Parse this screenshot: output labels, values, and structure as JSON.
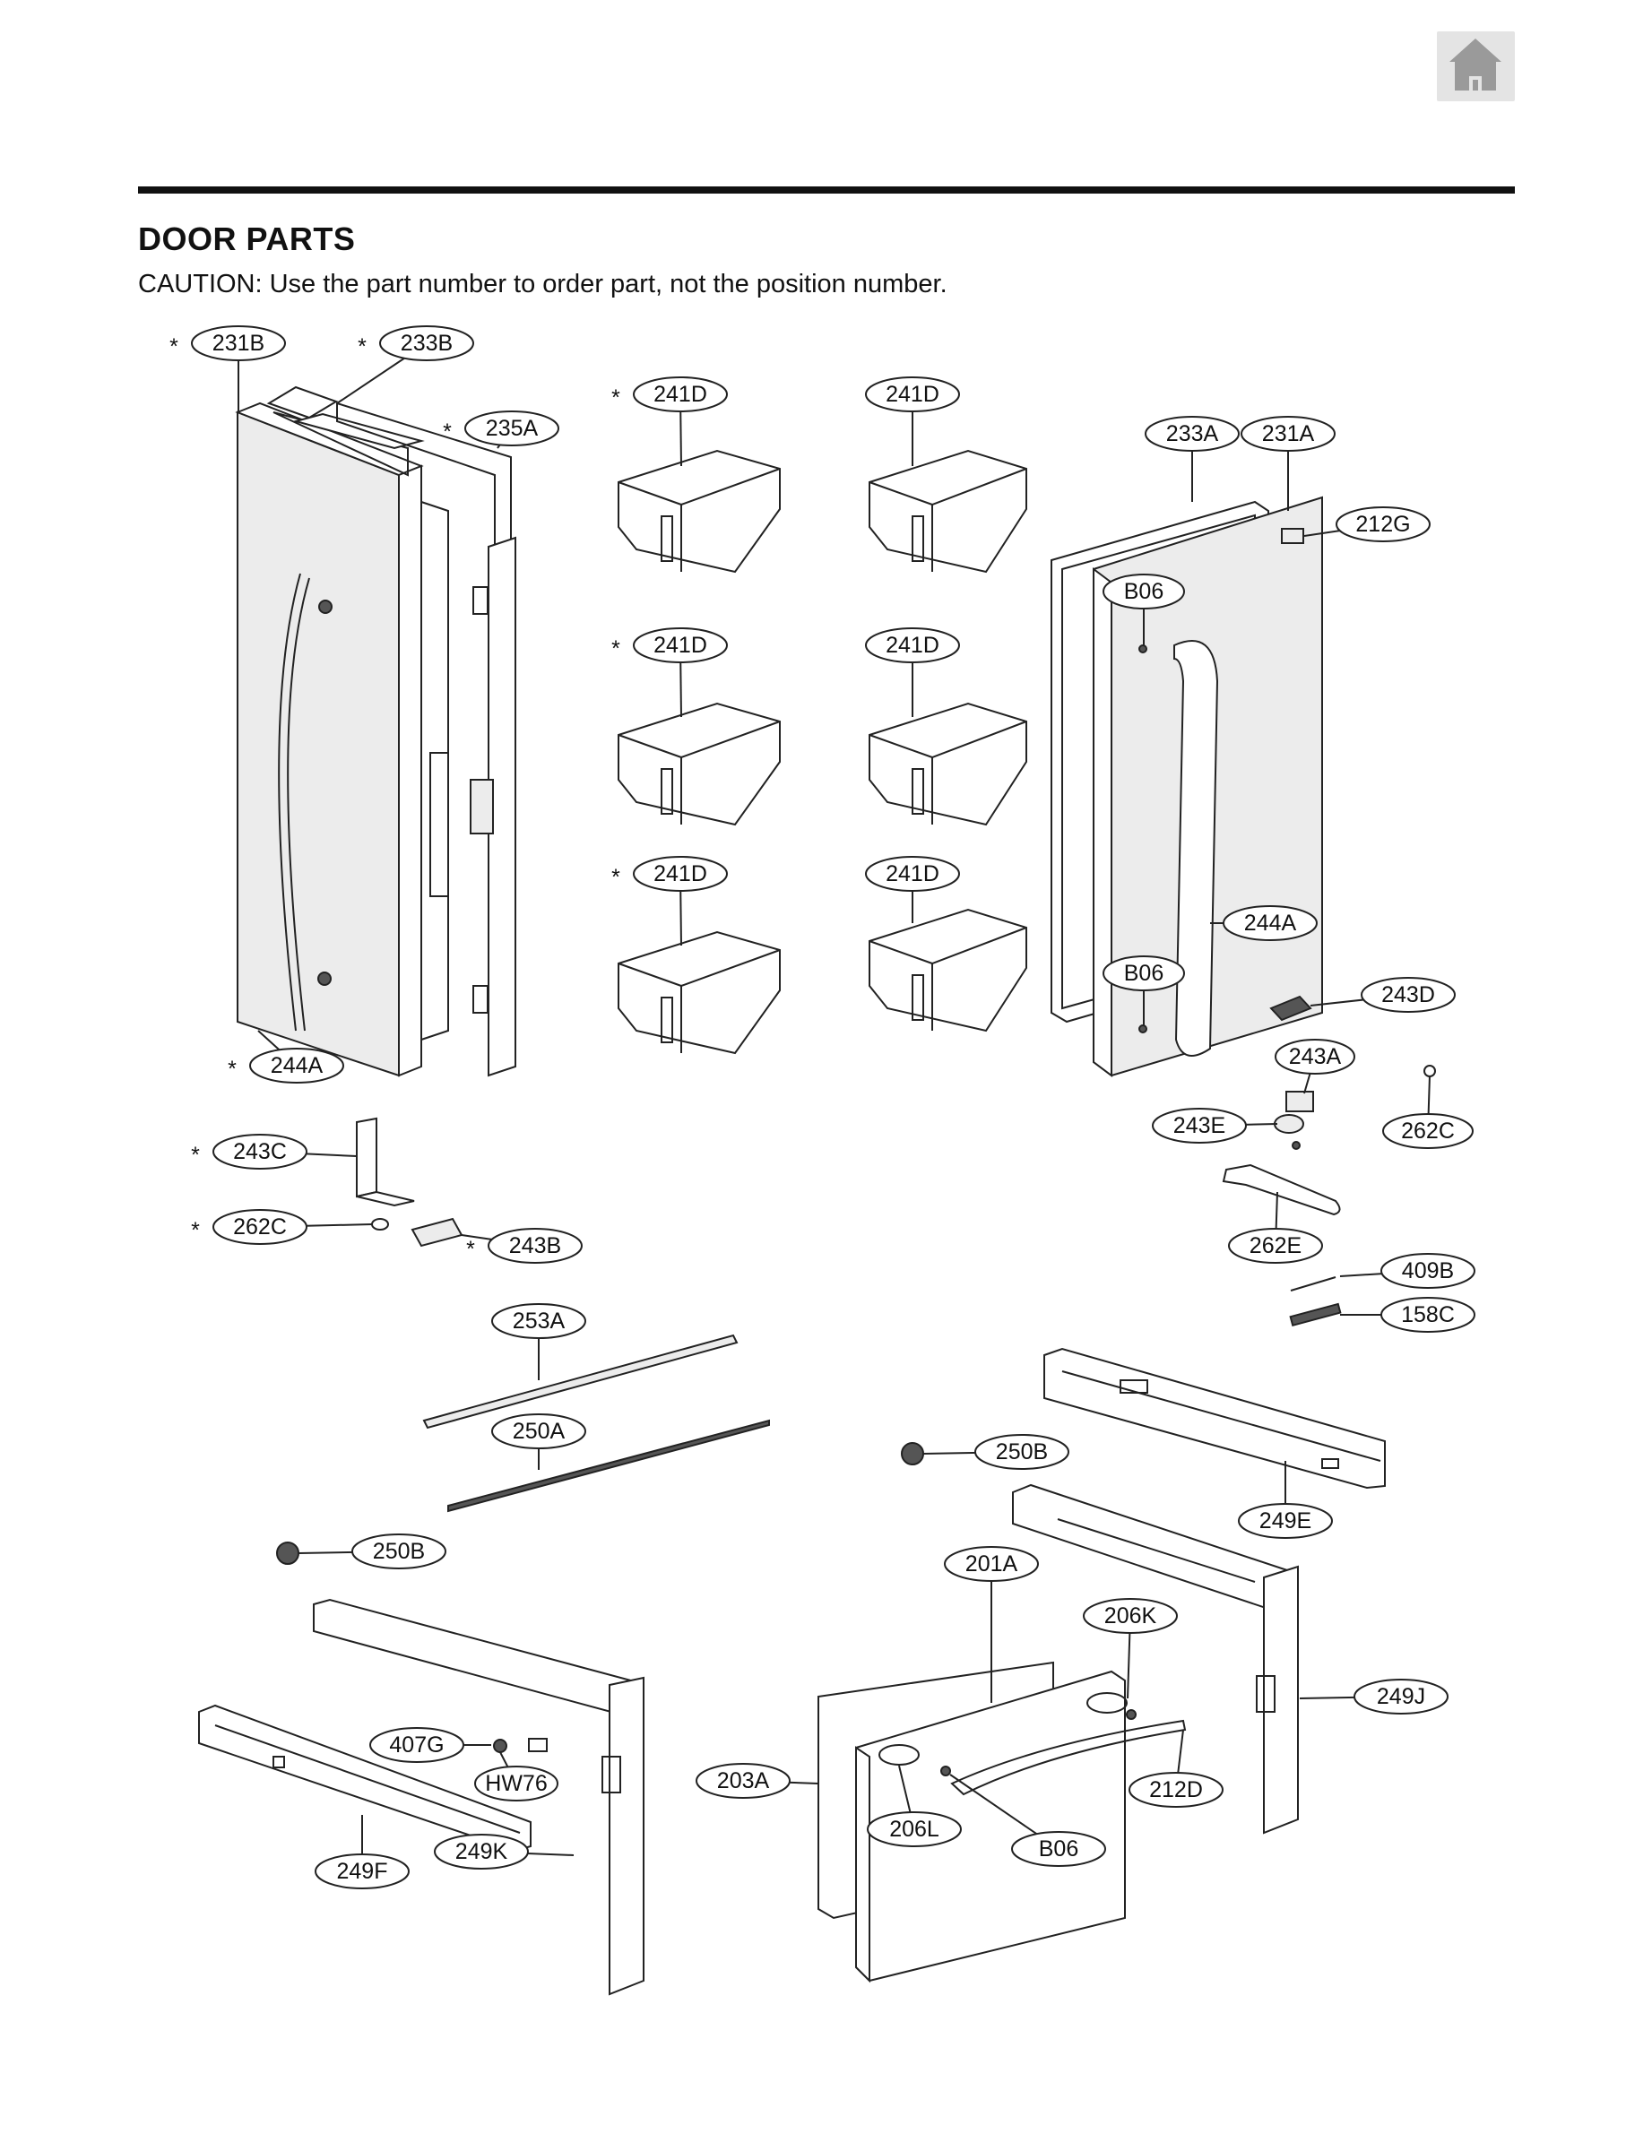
{
  "header": {
    "title": "DOOR PARTS",
    "caution": "CAUTION: Use the part number to order part, not the position number.",
    "home_icon": "home-icon"
  },
  "callouts": [
    {
      "label": "231B",
      "starred": true
    },
    {
      "label": "233B",
      "starred": true
    },
    {
      "label": "235A",
      "starred": true
    },
    {
      "label": "241D",
      "starred": true
    },
    {
      "label": "241D",
      "starred": false
    },
    {
      "label": "241D",
      "starred": true
    },
    {
      "label": "241D",
      "starred": false
    },
    {
      "label": "241D",
      "starred": true
    },
    {
      "label": "241D",
      "starred": false
    },
    {
      "label": "233A",
      "starred": false
    },
    {
      "label": "231A",
      "starred": false
    },
    {
      "label": "212G",
      "starred": false
    },
    {
      "label": "B06",
      "starred": false
    },
    {
      "label": "244A",
      "starred": false
    },
    {
      "label": "B06",
      "starred": false
    },
    {
      "label": "243D",
      "starred": false
    },
    {
      "label": "243A",
      "starred": false
    },
    {
      "label": "243E",
      "starred": false
    },
    {
      "label": "262C",
      "starred": false
    },
    {
      "label": "262E",
      "starred": false
    },
    {
      "label": "409B",
      "starred": false
    },
    {
      "label": "158C",
      "starred": false
    },
    {
      "label": "244A",
      "starred": true
    },
    {
      "label": "243C",
      "starred": true
    },
    {
      "label": "262C",
      "starred": true
    },
    {
      "label": "243B",
      "starred": true
    },
    {
      "label": "253A",
      "starred": false
    },
    {
      "label": "250A",
      "starred": false
    },
    {
      "label": "250B",
      "starred": false
    },
    {
      "label": "250B",
      "starred": false
    },
    {
      "label": "249E",
      "starred": false
    },
    {
      "label": "201A",
      "starred": false
    },
    {
      "label": "206K",
      "starred": false
    },
    {
      "label": "249J",
      "starred": false
    },
    {
      "label": "407G",
      "starred": false
    },
    {
      "label": "HW76",
      "starred": false
    },
    {
      "label": "203A",
      "starred": false
    },
    {
      "label": "212D",
      "starred": false
    },
    {
      "label": "206L",
      "starred": false
    },
    {
      "label": "B06",
      "starred": false
    },
    {
      "label": "249F",
      "starred": false
    },
    {
      "label": "249K",
      "starred": false
    }
  ]
}
